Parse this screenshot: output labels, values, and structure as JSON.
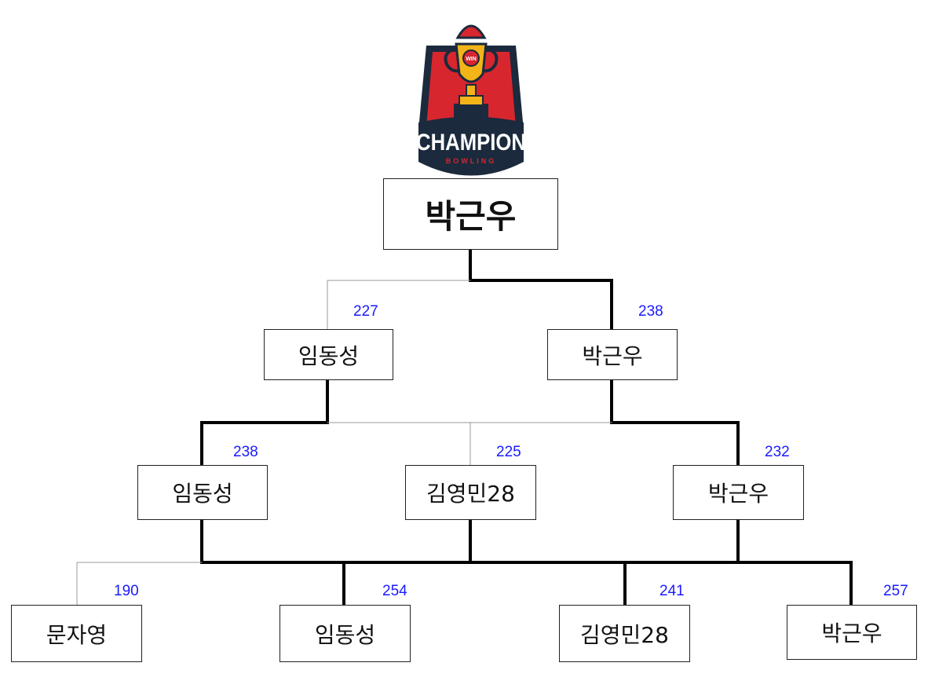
{
  "logo": {
    "badge_text": "WIN",
    "title": "CHAMPION",
    "subtitle": "BOWLING"
  },
  "winner": {
    "name": "박근우"
  },
  "round3": [
    {
      "name": "임동성",
      "score": "227"
    },
    {
      "name": "박근우",
      "score": "238"
    }
  ],
  "round2": [
    {
      "name": "임동성",
      "score": "238"
    },
    {
      "name": "김영민28",
      "score": "225"
    },
    {
      "name": "박근우",
      "score": "232"
    }
  ],
  "round1": [
    {
      "name": "문자영",
      "score": "190"
    },
    {
      "name": "임동성",
      "score": "254"
    },
    {
      "name": "김영민28",
      "score": "241"
    },
    {
      "name": "박근우",
      "score": "257"
    }
  ],
  "colors": {
    "score": "#1a1aff",
    "logo_red": "#d8262e",
    "logo_navy": "#1b2a3d",
    "logo_gold": "#f2b418"
  }
}
